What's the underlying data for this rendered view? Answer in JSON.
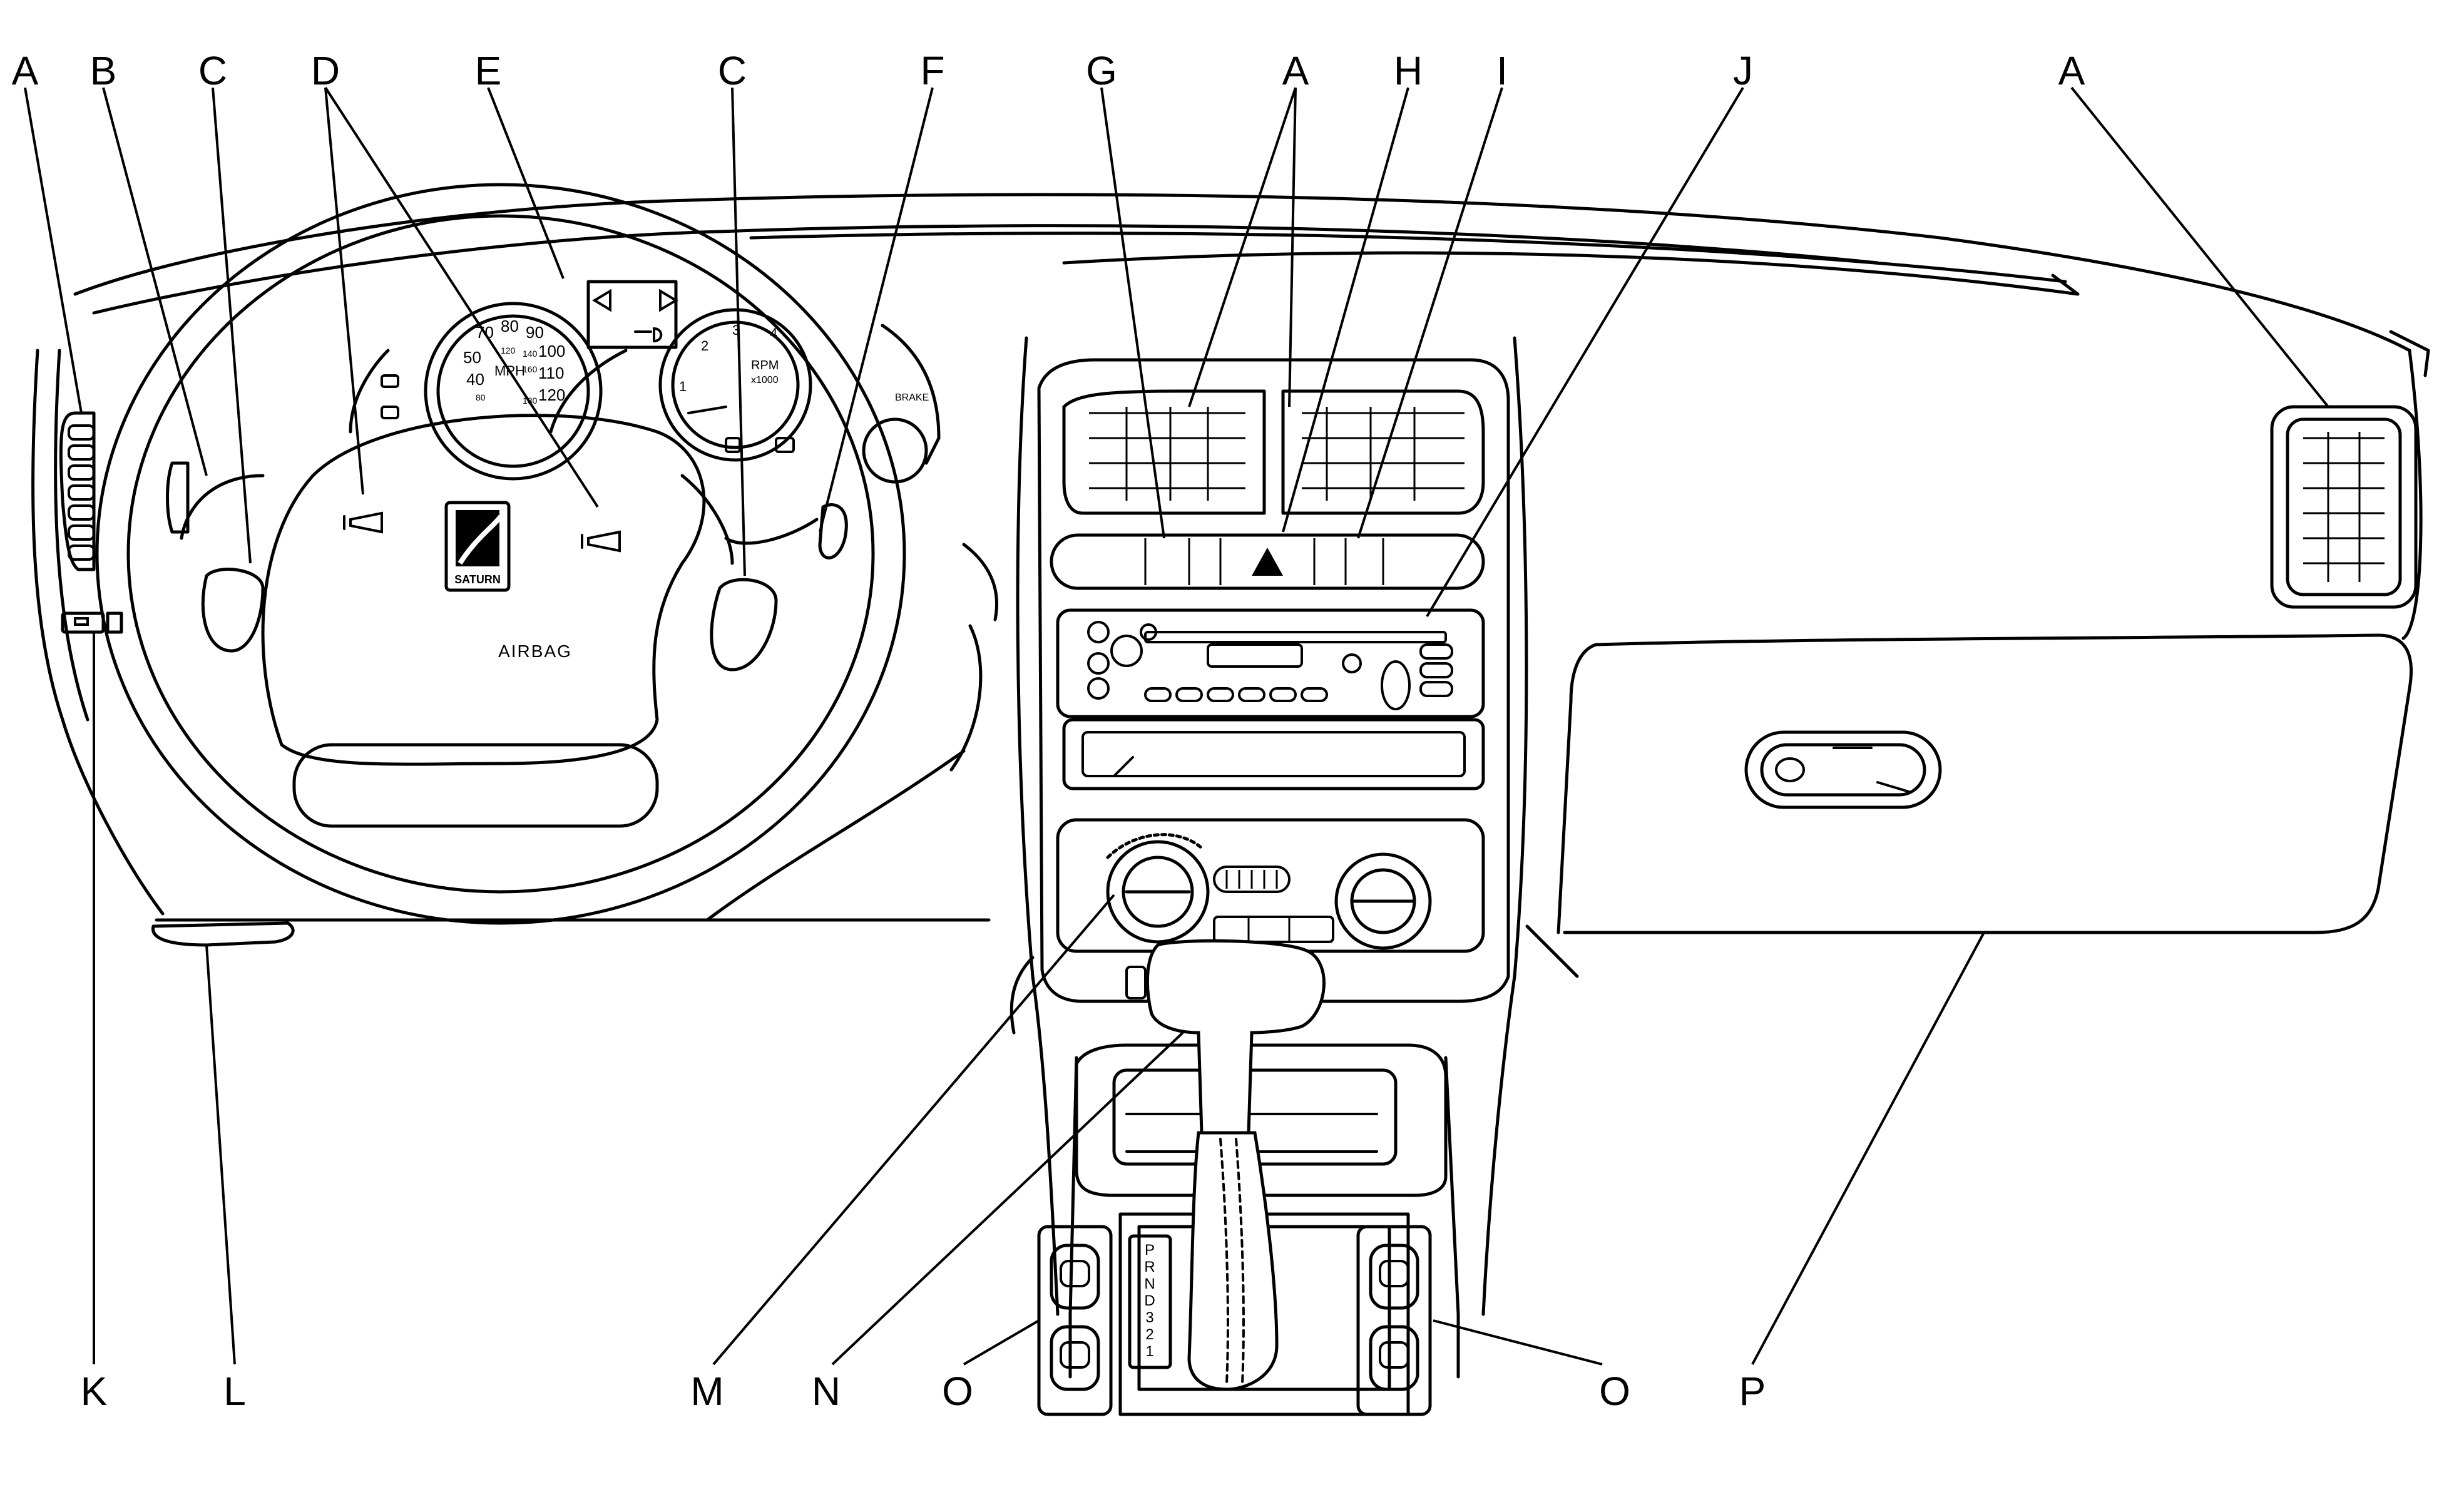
{
  "callouts": {
    "A": "A",
    "B": "B",
    "C": "C",
    "D": "D",
    "E": "E",
    "F": "F",
    "G": "G",
    "H": "H",
    "I": "I",
    "J": "J",
    "K": "K",
    "L": "L",
    "M": "M",
    "N": "N",
    "O": "O",
    "P": "P"
  },
  "instrument_cluster": {
    "speedo_mph": [
      "50",
      "70",
      "80",
      "90",
      "100",
      "110",
      "120"
    ],
    "speedo_40": "40",
    "speedo_unit": "MPH",
    "speedo_kmh": [
      "80",
      "120",
      "140",
      "160",
      "180"
    ],
    "tach_label": "RPM",
    "tach_scale": "x1000",
    "tach_digits": [
      "1",
      "2",
      "3",
      "4"
    ],
    "brake_label": "BRAKE"
  },
  "steering_wheel": {
    "airbag_label": "AIRBAG",
    "logo_text": "SATURN"
  },
  "shifter": {
    "gates": [
      "P",
      "R",
      "N",
      "D",
      "3",
      "2",
      "1"
    ]
  }
}
